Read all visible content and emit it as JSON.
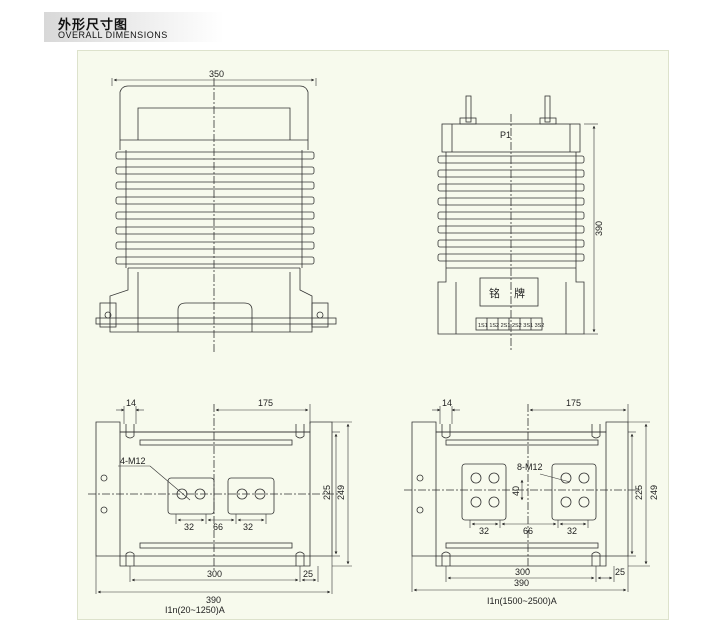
{
  "header": {
    "title_cn": "外形尺寸图",
    "title_en": "OVERALL DIMENSIONS"
  },
  "front_view": {
    "width_dim": "350"
  },
  "side_view": {
    "terminal_label": "P1",
    "height_dim": "390",
    "nameplate_char1": "铭",
    "nameplate_char2": "牌",
    "terminals": "1S1 1S2 2S1 2S2 3S1 3S2"
  },
  "plan_left": {
    "dim_14": "14",
    "dim_175": "175",
    "bolt_label": "4-M12",
    "dim_225": "225",
    "dim_249": "249",
    "dim_32a": "32",
    "dim_66": "66",
    "dim_32b": "32",
    "dim_300": "300",
    "dim_25": "25",
    "dim_390": "390",
    "caption": "I1n(20~1250)A"
  },
  "plan_right": {
    "dim_14": "14",
    "dim_175": "175",
    "bolt_label": "8-M12",
    "dim_40": "40",
    "dim_225": "225",
    "dim_249": "249",
    "dim_32a": "32",
    "dim_66": "66",
    "dim_32b": "32",
    "dim_300": "300",
    "dim_25": "25",
    "dim_390": "390",
    "caption": "I1n(1500~2500)A"
  }
}
